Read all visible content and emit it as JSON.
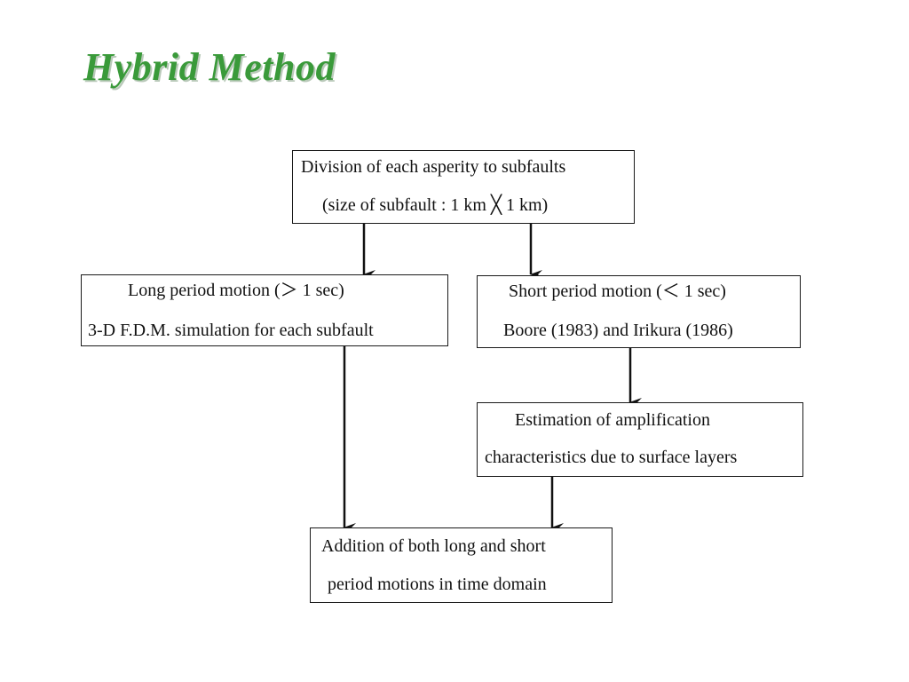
{
  "title": "Hybrid Method",
  "colors": {
    "title": "#3a9a3a",
    "box_border": "#1a1a1a",
    "arrow": "#111111"
  },
  "boxes": {
    "division": {
      "line1": "Division of each asperity to subfaults",
      "line2": "(size of subfault : 1 km ╳ 1 km)"
    },
    "long_period": {
      "line1": "Long period motion (＞ 1 sec)",
      "line2": "3-D F.D.M. simulation for each subfault"
    },
    "short_period": {
      "line1": "Short period motion (＜ 1 sec)",
      "line2": "Boore (1983) and Irikura (1986)"
    },
    "amplification": {
      "line1": "Estimation of amplification",
      "line2": "characteristics due to surface layers"
    },
    "addition": {
      "line1": "Addition of both long  and short",
      "line2": "period motions in time domain"
    }
  }
}
